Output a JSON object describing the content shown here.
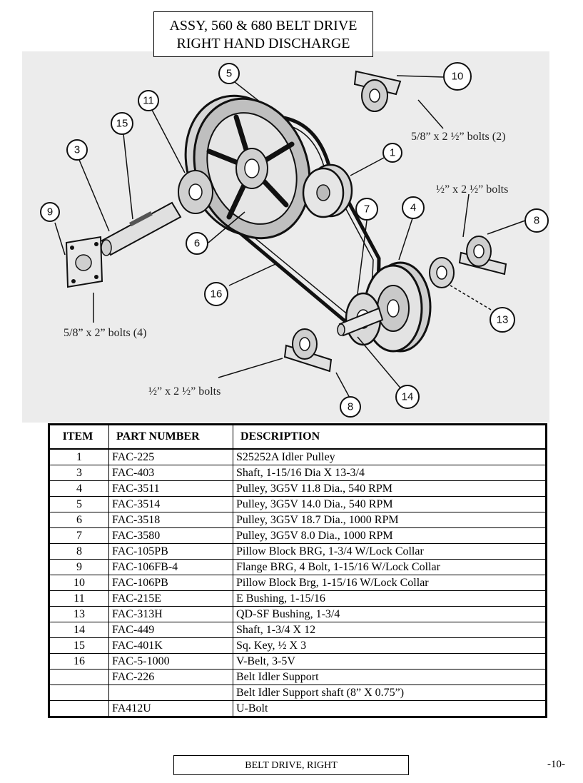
{
  "title": {
    "line1": "ASSY, 560 & 680 BELT DRIVE",
    "line2": "RIGHT HAND DISCHARGE"
  },
  "diagram": {
    "callouts": [
      {
        "id": "5",
        "label": "5"
      },
      {
        "id": "10",
        "label": "10"
      },
      {
        "id": "11",
        "label": "11"
      },
      {
        "id": "15",
        "label": "15"
      },
      {
        "id": "3",
        "label": "3"
      },
      {
        "id": "1",
        "label": "1"
      },
      {
        "id": "9",
        "label": "9"
      },
      {
        "id": "7",
        "label": "7"
      },
      {
        "id": "4",
        "label": "4"
      },
      {
        "id": "8a",
        "label": "8"
      },
      {
        "id": "6",
        "label": "6"
      },
      {
        "id": "16",
        "label": "16"
      },
      {
        "id": "13",
        "label": "13"
      },
      {
        "id": "14",
        "label": "14"
      },
      {
        "id": "8b",
        "label": "8"
      }
    ],
    "bolt_notes": {
      "top_right": "5/8” x 2 ½” bolts (2)",
      "right": "½” x 2 ½” bolts",
      "left": "5/8” x 2” bolts (4)",
      "bottom": "½” x 2 ½” bolts"
    }
  },
  "table": {
    "headers": [
      "ITEM",
      "PART NUMBER",
      "DESCRIPTION"
    ],
    "rows": [
      [
        "1",
        "FAC-225",
        "S25252A Idler Pulley"
      ],
      [
        "3",
        "FAC-403",
        "Shaft, 1-15/16 Dia X 13-3/4"
      ],
      [
        "4",
        "FAC-3511",
        "Pulley, 3G5V 11.8 Dia., 540 RPM"
      ],
      [
        "5",
        "FAC-3514",
        "Pulley, 3G5V 14.0 Dia., 540 RPM"
      ],
      [
        "6",
        "FAC-3518",
        "Pulley, 3G5V 18.7 Dia., 1000 RPM"
      ],
      [
        "7",
        "FAC-3580",
        "Pulley, 3G5V 8.0 Dia., 1000 RPM"
      ],
      [
        "8",
        "FAC-105PB",
        "Pillow Block BRG, 1-3/4 W/Lock Collar"
      ],
      [
        "9",
        "FAC-106FB-4",
        "Flange BRG, 4 Bolt, 1-15/16 W/Lock Collar"
      ],
      [
        "10",
        "FAC-106PB",
        "Pillow Block Brg, 1-15/16 W/Lock Collar"
      ],
      [
        "11",
        "FAC-215E",
        "E Bushing, 1-15/16"
      ],
      [
        "13",
        "FAC-313H",
        "QD-SF Bushing, 1-3/4"
      ],
      [
        "14",
        "FAC-449",
        "Shaft, 1-3/4 X 12"
      ],
      [
        "15",
        "FAC-401K",
        "Sq. Key, ½ X 3"
      ],
      [
        "16",
        "FAC-5-1000",
        "V-Belt, 3-5V"
      ],
      [
        "",
        "FAC-226",
        "Belt Idler Support"
      ],
      [
        "",
        "",
        "Belt Idler Support shaft (8” X 0.75”)"
      ],
      [
        "",
        "FA412U",
        "U-Bolt"
      ]
    ]
  },
  "footer": {
    "label": "BELT DRIVE, RIGHT",
    "page": "-10-"
  }
}
